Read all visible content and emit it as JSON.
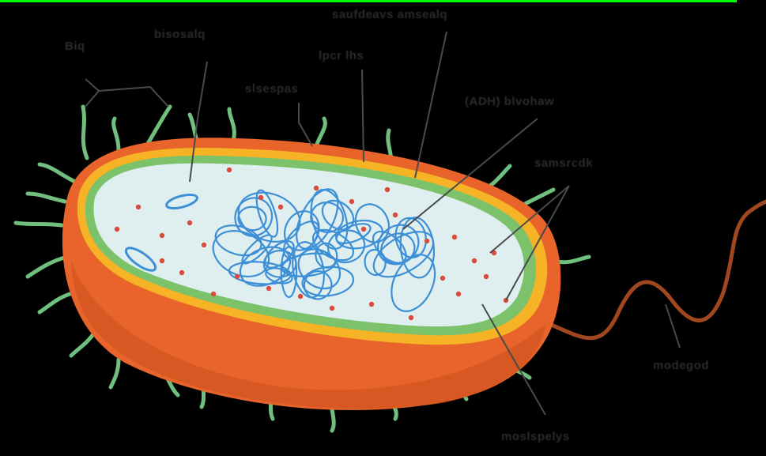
{
  "colors": {
    "background": "#000000",
    "top_border": "#00ff00",
    "capsule": "#e8642a",
    "cell_wall": "#f5b325",
    "membrane": "#7cc26a",
    "cytoplasm": "#dfeff0",
    "nucleoid": "#3d8fd6",
    "ribosome": "#d94b3a",
    "pili": "#6fbf7e",
    "flagellum": "#a0471f",
    "label_text": "#2b2b2b"
  },
  "labels": {
    "pili": "Biq",
    "plasmid": "bisosalq",
    "cytoplasmic_membrane": "saufdeavs amsealq",
    "cell_wall": "lpcr lhs",
    "capsule": "slsespas",
    "nucleoid": "(ADH) blvohaw",
    "ribosomes": "samsrcdk",
    "flagellum": "modegod",
    "cytoplasm": "moslspelys"
  }
}
